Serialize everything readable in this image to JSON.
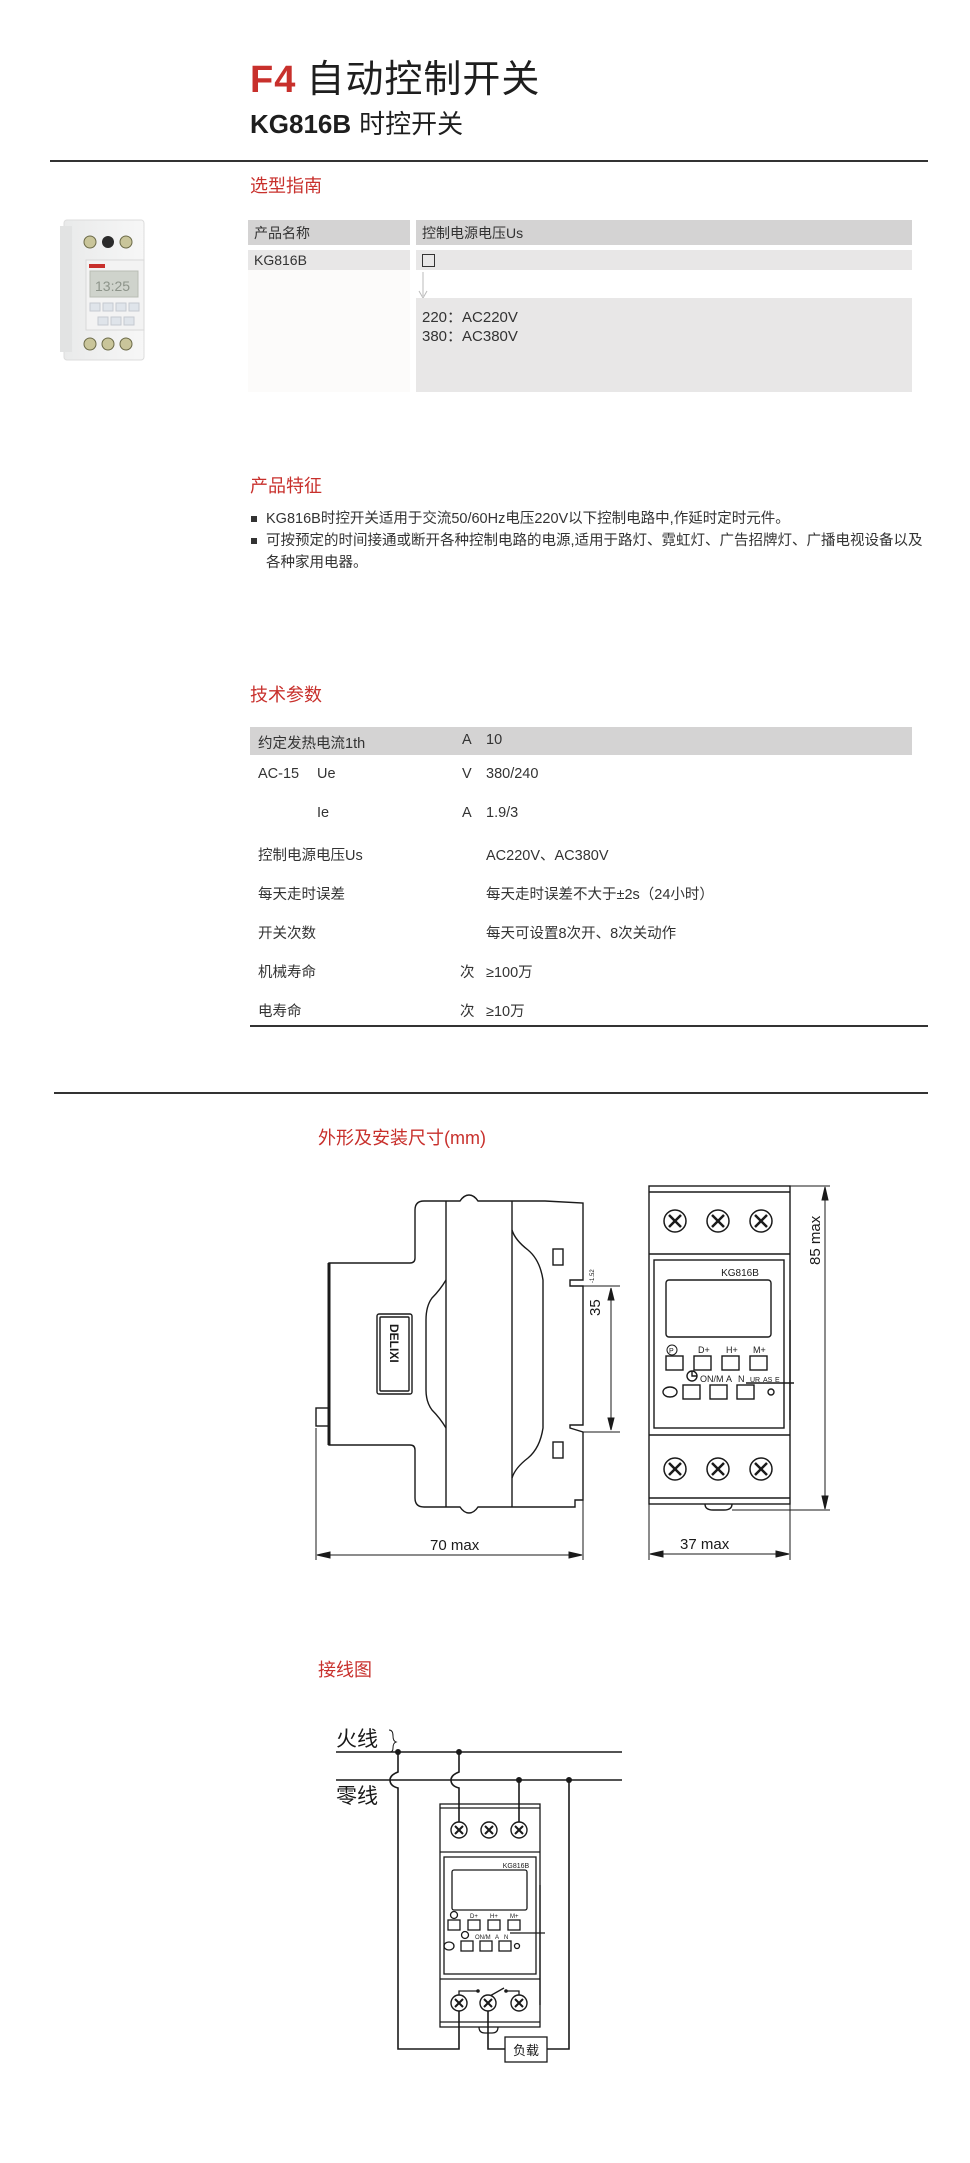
{
  "header": {
    "series_code": "F4",
    "category_title": "自动控制开关",
    "model": "KG816B",
    "model_name": "时控开关"
  },
  "selection_guide": {
    "title": "选型指南",
    "columns": [
      "产品名称",
      "控制电源电压Us"
    ],
    "product_name": "KG816B",
    "placeholder_box": "□",
    "options": [
      "220：AC220V",
      "380：AC380V"
    ]
  },
  "features": {
    "title": "产品特征",
    "items": [
      "KG816B时控开关适用于交流50/60Hz电压220V以下控制电路中,作延时定时元件。",
      "可按预定的时间接通或断开各种控制电路的电源,适用于路灯、霓虹灯、广告招牌灯、广播电视设备以及各种家用电器。"
    ]
  },
  "tech_params": {
    "title": "技术参数",
    "rows": [
      {
        "name": "约定发热电流1th",
        "sub": "",
        "unit": "A",
        "value": "10"
      },
      {
        "name": "AC-15",
        "sub": "Ue",
        "unit": "V",
        "value": "380/240"
      },
      {
        "name": "",
        "sub": "Ie",
        "unit": "A",
        "value": "1.9/3"
      },
      {
        "name": "控制电源电压Us",
        "sub": "",
        "unit": "",
        "value": "AC220V、AC380V"
      },
      {
        "name": "每天走时误差",
        "sub": "",
        "unit": "",
        "value": "每天走时误差不大于±2s（24小时）"
      },
      {
        "name": "开关次数",
        "sub": "",
        "unit": "",
        "value": "每天可设置8次开、8次关动作"
      },
      {
        "name": "机械寿命",
        "sub": "",
        "unit": "次",
        "value": "≥100万"
      },
      {
        "name": "电寿命",
        "sub": "",
        "unit": "次",
        "value": "≥10万"
      }
    ]
  },
  "dimensions": {
    "title": "外形及安装尺寸(mm)",
    "width_label": "70 max",
    "front_width_label": "37 max",
    "height_label": "85 max",
    "rail_label": "35",
    "rail_tolerance": "-1.52",
    "brand_mark": "DELIXI",
    "device_model": "KG816B",
    "buttons_top": [
      "P",
      "D+",
      "H+",
      "M+"
    ],
    "buttons_bottom_labels": [
      "ON/M",
      "A",
      "N",
      "UR",
      "AS",
      "E"
    ]
  },
  "wiring": {
    "title": "接线图",
    "live_label": "火线",
    "neutral_label": "零线",
    "load_label": "负载",
    "device_model": "KG816B"
  },
  "colors": {
    "accent": "#c8302c",
    "header_fill": "#d4d3d3",
    "row_fill": "#e8e7e7",
    "text": "#231f20"
  }
}
